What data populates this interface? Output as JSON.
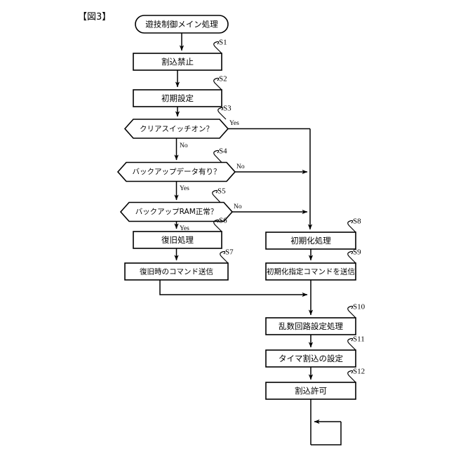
{
  "figure": {
    "label": "【図3】",
    "type": "flowchart",
    "title_note": "遊技制御メイン処理 フローチャート"
  },
  "nodes": {
    "start": {
      "id": "start",
      "shape": "terminator",
      "text": "遊技制御メイン処理",
      "step": ""
    },
    "s1": {
      "id": "S1",
      "shape": "process",
      "text": "割込禁止",
      "step": "S1"
    },
    "s2": {
      "id": "S2",
      "shape": "process",
      "text": "初期設定",
      "step": "S2"
    },
    "s3": {
      "id": "S3",
      "shape": "decision",
      "text": "クリアスイッチオン？",
      "step": "S3"
    },
    "s4": {
      "id": "S4",
      "shape": "decision",
      "text": "バックアップデータ有り？",
      "step": "S4"
    },
    "s5": {
      "id": "S5",
      "shape": "decision",
      "text": "バックアップRAM正常？",
      "step": "S5"
    },
    "s6": {
      "id": "S6",
      "shape": "process",
      "text": "復旧処理",
      "step": "S6"
    },
    "s7": {
      "id": "S7",
      "shape": "process",
      "text": "復旧時のコマンド送信",
      "step": "S7"
    },
    "s8": {
      "id": "S8",
      "shape": "process",
      "text": "初期化処理",
      "step": "S8"
    },
    "s9": {
      "id": "S9",
      "shape": "process",
      "text": "初期化指定コマンドを送信",
      "step": "S9"
    },
    "s10": {
      "id": "S10",
      "shape": "process",
      "text": "乱数回路設定処理",
      "step": "S10"
    },
    "s11": {
      "id": "S11",
      "shape": "process",
      "text": "タイマ割込の設定",
      "step": "S11"
    },
    "s12": {
      "id": "S12",
      "shape": "process",
      "text": "割込許可",
      "step": "S12"
    }
  },
  "branch_labels": {
    "s3_yes": "Yes",
    "s3_no": "No",
    "s4_no": "No",
    "s4_yes": "Yes",
    "s5_no": "No",
    "s5_yes": "Yes"
  },
  "edges": [
    {
      "from": "start",
      "to": "s1",
      "label": ""
    },
    {
      "from": "s1",
      "to": "s2",
      "label": ""
    },
    {
      "from": "s2",
      "to": "s3",
      "label": ""
    },
    {
      "from": "s3",
      "to": "s4",
      "label": "No"
    },
    {
      "from": "s3",
      "to": "s8",
      "label": "Yes"
    },
    {
      "from": "s4",
      "to": "s5",
      "label": "Yes"
    },
    {
      "from": "s4",
      "to": "s8",
      "label": "No"
    },
    {
      "from": "s5",
      "to": "s6",
      "label": "Yes"
    },
    {
      "from": "s5",
      "to": "s8",
      "label": "No"
    },
    {
      "from": "s6",
      "to": "s7",
      "label": ""
    },
    {
      "from": "s7",
      "to": "s10",
      "label": ""
    },
    {
      "from": "s8",
      "to": "s9",
      "label": ""
    },
    {
      "from": "s9",
      "to": "s10",
      "label": ""
    },
    {
      "from": "s10",
      "to": "s11",
      "label": ""
    },
    {
      "from": "s11",
      "to": "s12",
      "label": ""
    },
    {
      "from": "s12",
      "to": "loop",
      "label": ""
    }
  ],
  "colors": {
    "stroke": "#000000",
    "fill": "#ffffff",
    "background": "#ffffff"
  }
}
